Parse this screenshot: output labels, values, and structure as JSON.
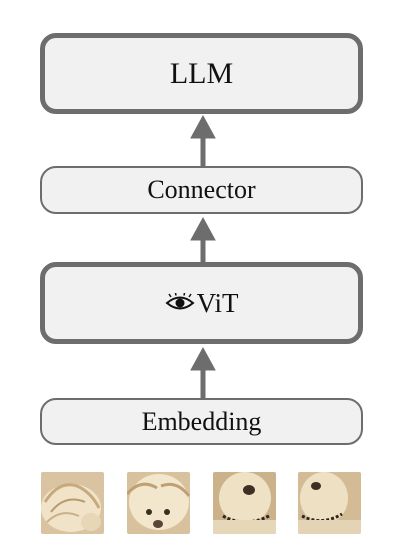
{
  "diagram": {
    "llm_label": "LLM",
    "connector_label": "Connector",
    "vit_label": "ViT",
    "vit_icon": "eye-icon",
    "embedding_label": "Embedding",
    "colors": {
      "box_fill": "#f1f1f1",
      "box_border": "#6d6d6d",
      "arrow": "#6d6d6d"
    }
  }
}
